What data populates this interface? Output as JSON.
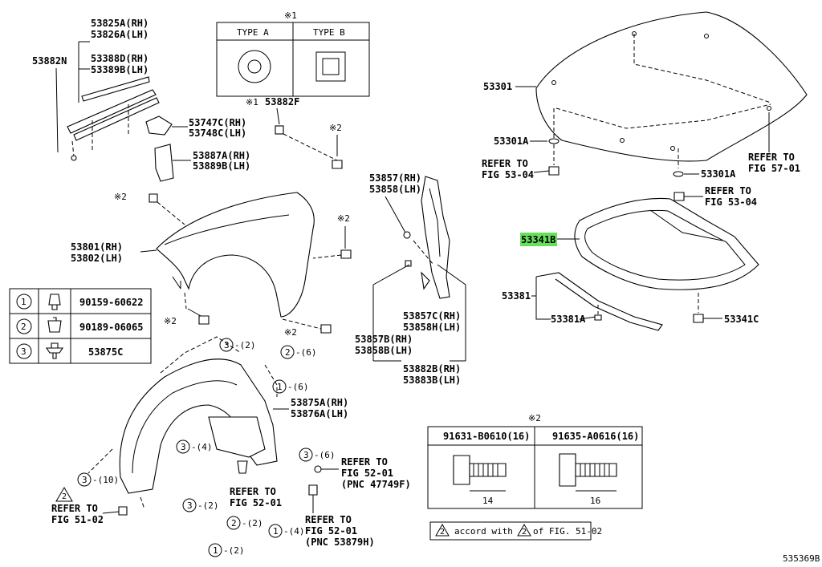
{
  "diagram_id": "535369B",
  "notes": {
    "note1_mark": "※1",
    "note2_mark": "※2",
    "type_a": "TYPE A",
    "type_b": "TYPE B"
  },
  "labels": {
    "p53825A": "53825A(RH)",
    "p53826A": "53826A(LH)",
    "p53882N": "53882N",
    "p53388D": "53388D(RH)",
    "p53389B": "53389B(LH)",
    "p53747C": "53747C(RH)",
    "p53748C": "53748C(LH)",
    "p53887A": "53887A(RH)",
    "p53889B": "53889B(LH)",
    "p53882F": "53882F",
    "p53801": "53801(RH)",
    "p53802": "53802(LH)",
    "p53857": "53857(RH)",
    "p53858": "53858(LH)",
    "p53857C": "53857C(RH)",
    "p53858H": "53858H(LH)",
    "p53857B": "53857B(RH)",
    "p53858B": "53858B(LH)",
    "p53882B": "53882B(RH)",
    "p53883B": "53883B(LH)",
    "p53875A": "53875A(RH)",
    "p53876A": "53876A(LH)",
    "p53301": "53301",
    "p53301A_1": "53301A",
    "p53301A_2": "53301A",
    "p53341B": "53341B",
    "p53381": "53381",
    "p53381A": "53381A",
    "p53341C": "53341C"
  },
  "refer": {
    "r1_l1": "REFER TO",
    "r1_l2": "FIG 53-04",
    "r2_l1": "REFER TO",
    "r2_l2": "FIG 57-01",
    "r3_l1": "REFER TO",
    "r3_l2": "FIG 53-04",
    "r4_l1": "REFER TO",
    "r4_l2": "FIG 51-02",
    "r5_l1": "REFER TO",
    "r5_l2": "FIG 52-01",
    "r6_l1": "REFER TO",
    "r6_l2": "FIG 52-01",
    "r6_l3": "(PNC 47749F)",
    "r7_l1": "REFER TO",
    "r7_l2": "FIG 52-01",
    "r7_l3": "(PNC 53879H)"
  },
  "qty": {
    "c3_2a": "-(2)",
    "c2_6": "-(6)",
    "c1_6": "-(6)",
    "c3_4": "-(4)",
    "c3_6": "-(6)",
    "c3_10": "-(10)",
    "c3_2b": "-(2)",
    "c2_2": "-(2)",
    "c1_4": "-(4)",
    "c1_2": "-(2)"
  },
  "legend_table": [
    {
      "num": "1",
      "part": "90159-60622"
    },
    {
      "num": "2",
      "part": "90189-06065"
    },
    {
      "num": "3",
      "part": "53875C"
    }
  ],
  "bolt_table": {
    "col1": "91631-B0610(16)",
    "col2": "91635-A0616(16)",
    "len1": "14",
    "len2": "16"
  },
  "accord_note": {
    "pre": "accord with",
    "post": "of FIG. 51-02",
    "num": "2"
  }
}
